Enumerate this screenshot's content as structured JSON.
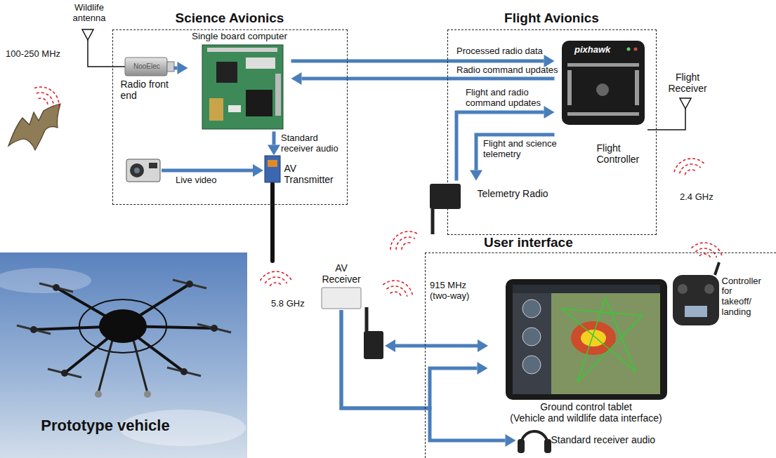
{
  "diagram": {
    "nodes": [
      {
        "text": [
          "Science Avionics"
        ]
      },
      {
        "text": [
          "Radio front end"
        ],
        "in": 0
      },
      {
        "text": [
          "Single board computer"
        ],
        "in": 0
      },
      {
        "text": [
          "AV Transmitter"
        ],
        "in": 0
      },
      {
        "text": [
          "Flight Avionics"
        ]
      },
      {
        "text": [
          "Flight Controller"
        ],
        "in": 4
      },
      {
        "text": [
          "Telemetry Radio"
        ],
        "in": 4
      },
      {
        "text": [
          "User interface"
        ]
      },
      {
        "text": [
          "Ground control tablet",
          "(Vehicle and wildlife data interface)"
        ],
        "in": 7
      },
      {
        "text": [
          "Controller for takeoff/ landing"
        ],
        "in": 7
      },
      {
        "text": [
          "Standard receiver audio"
        ],
        "in": 7
      },
      {
        "text": [
          "AV Receiver"
        ]
      },
      {
        "text": [
          "Prototype vehicle"
        ]
      }
    ],
    "edges": [
      {
        "from": 1,
        "to": 2,
        "arrow": "to"
      },
      {
        "from": 2,
        "to": 5,
        "label": "Processed radio data",
        "arrow": "to"
      },
      {
        "from": 5,
        "to": 2,
        "label": "Radio command updates",
        "arrow": "to"
      },
      {
        "from": 6,
        "to": 5,
        "label": "Flight and radio command updates",
        "arrow": "to"
      },
      {
        "from": 5,
        "to": 6,
        "label": "Flight and science telemetry",
        "arrow": "to"
      },
      {
        "from": 2,
        "to": 3,
        "label": "Standard receiver audio",
        "arrow": "to"
      },
      {
        "from": 11,
        "to": 8,
        "arrow": "to"
      },
      {
        "from": 11,
        "to": 10,
        "arrow": "to"
      }
    ],
    "labels": [
      "Wildlife antenna",
      "100-250 MHz",
      "NooElec",
      "Live video",
      "pixhawk",
      "Flight Receiver",
      "2.4 GHz",
      "5.8 GHz",
      "915 MHz (two-way)"
    ]
  }
}
